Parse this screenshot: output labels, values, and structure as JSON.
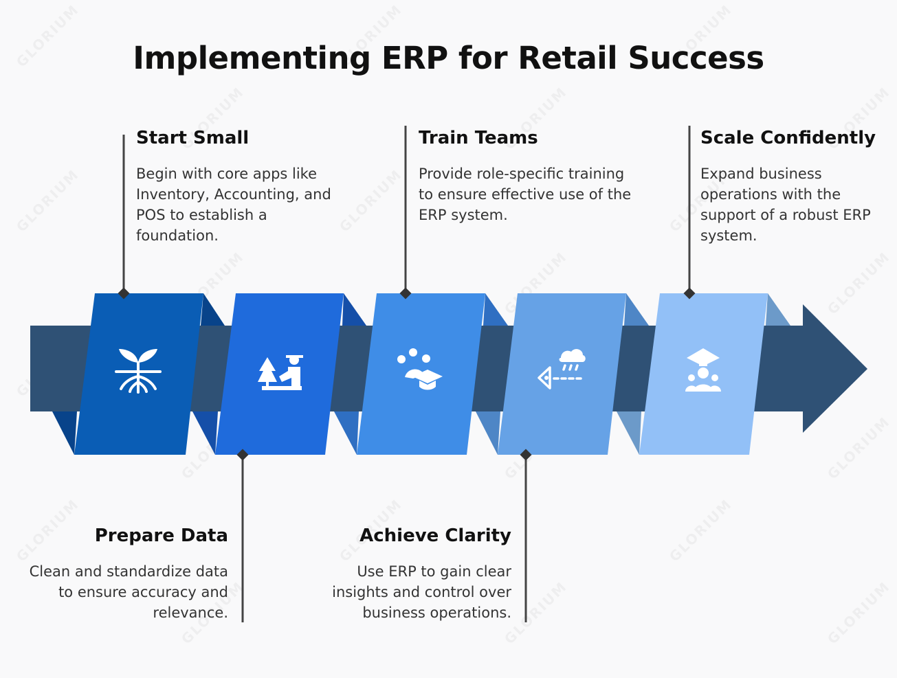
{
  "title": "Implementing ERP for Retail Success",
  "watermark": "GLORIUM",
  "colors": {
    "arrow": "#2f5175",
    "step1": "#0a5db5",
    "step2": "#1f6bdc",
    "step3": "#3f8de7",
    "step4": "#66a2e6",
    "step5": "#92c0f7"
  },
  "steps": [
    {
      "title": "Start Small",
      "text": "Begin with core apps like Inventory, Accounting, and POS to establish a foundation.",
      "icon": "sprout-roots-icon"
    },
    {
      "title": "Prepare Data",
      "text": "Clean and standardize data to ensure accuracy and relevance.",
      "icon": "gardener-icon"
    },
    {
      "title": "Train Teams",
      "text": "Provide role-specific training to ensure effective use of the ERP system.",
      "icon": "paw-graduation-icon"
    },
    {
      "title": "Achieve Clarity",
      "text": "Use ERP to gain clear insights and control over business operations.",
      "icon": "vision-cloud-icon"
    },
    {
      "title": "Scale Confidently",
      "text": "Expand business operations with the support of a robust ERP system.",
      "icon": "graduate-team-icon"
    }
  ]
}
